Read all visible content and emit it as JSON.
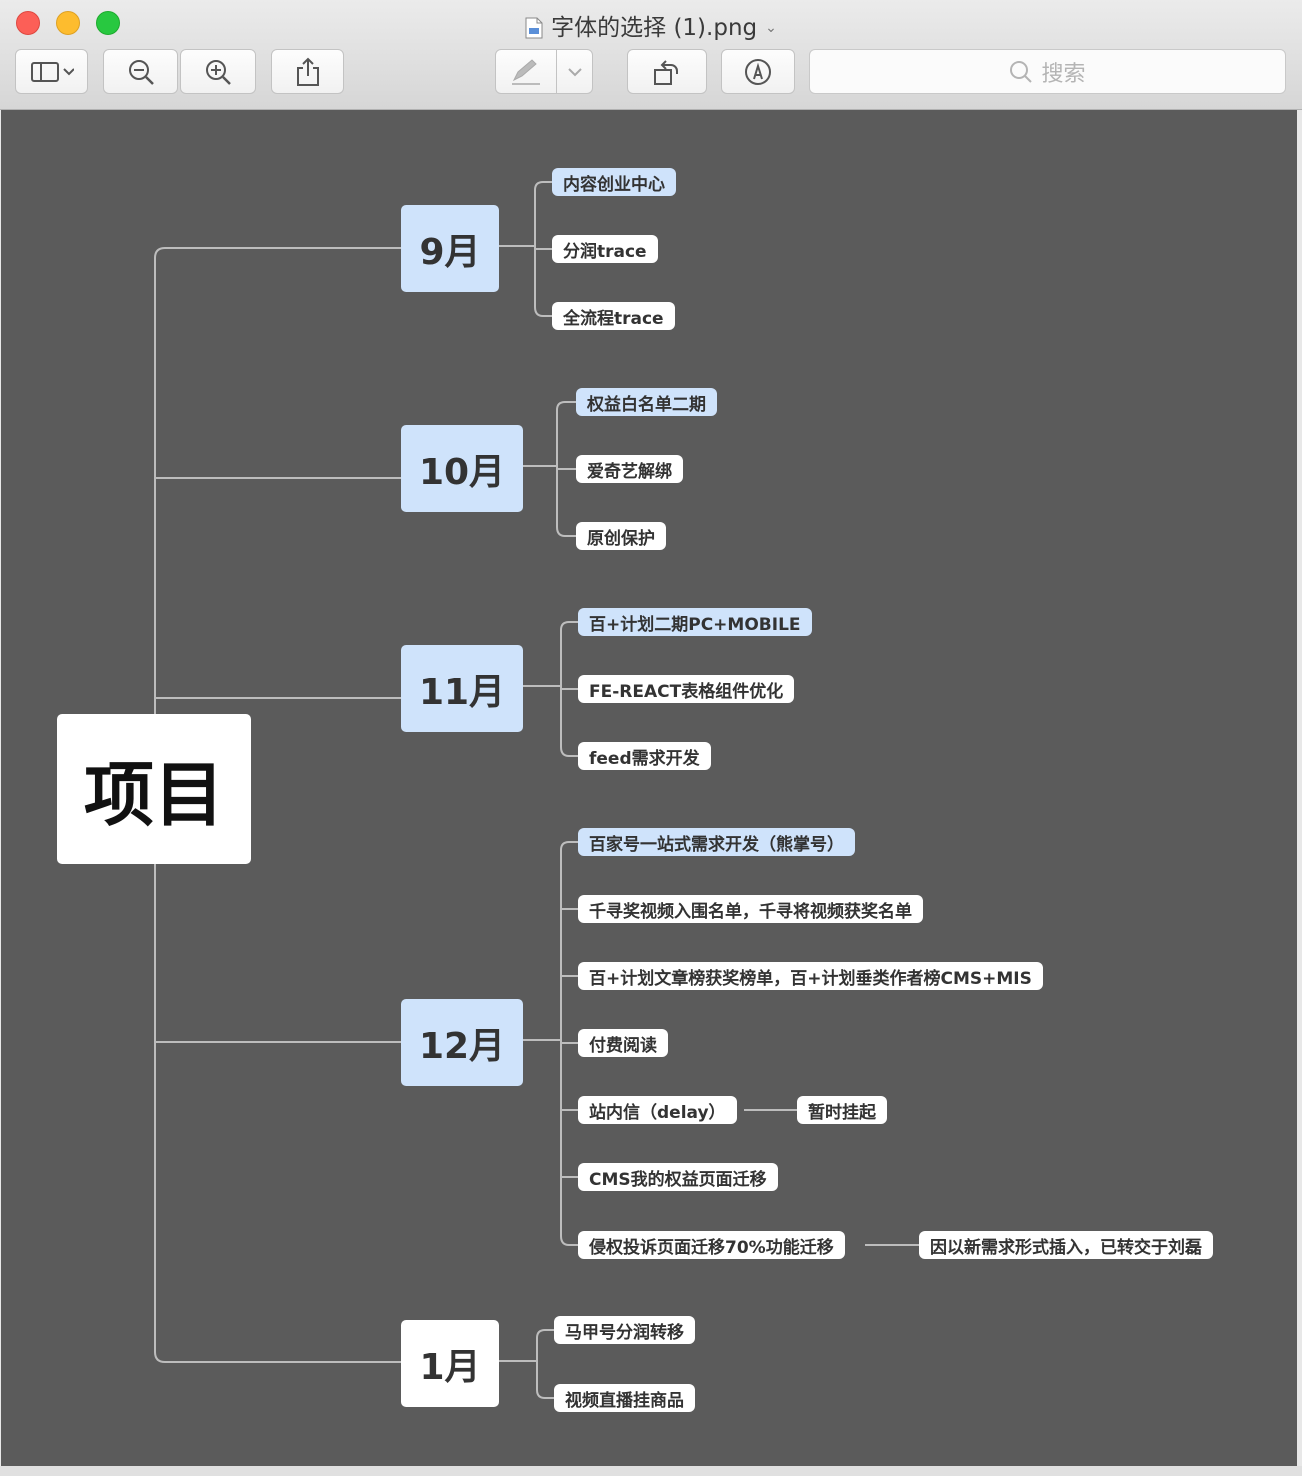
{
  "window": {
    "title": "字体的选择 (1).png"
  },
  "toolbar": {
    "search_placeholder": "搜索"
  },
  "mindmap": {
    "root": "项目",
    "months": [
      {
        "label": "9月",
        "items": [
          "内容创业中心",
          "分润trace",
          "全流程trace"
        ]
      },
      {
        "label": "10月",
        "items": [
          "权益白名单二期",
          "爱奇艺解绑",
          "原创保护"
        ]
      },
      {
        "label": "11月",
        "items": [
          "百+计划二期PC+MOBILE",
          "FE-REACT表格组件优化",
          "feed需求开发"
        ]
      },
      {
        "label": "12月",
        "items": [
          "百家号一站式需求开发（熊掌号）",
          "千寻奖视频入围名单，千寻将视频获奖名单",
          "百+计划文章榜获奖榜单，百+计划垂类作者榜CMS+MIS",
          "付费阅读",
          "站内信（delay）",
          "CMS我的权益页面迁移",
          "侵权投诉页面迁移70%功能迁移"
        ],
        "notes": [
          "暂时挂起",
          "因以新需求形式插入，已转交于刘磊"
        ]
      },
      {
        "label": "1月",
        "items": [
          "马甲号分润转移",
          "视频直播挂商品"
        ]
      }
    ]
  },
  "colors": {
    "canvas_bg": "#5b5b5b",
    "highlight_node": "#cfe3fb",
    "node_bg": "#ffffff",
    "connector": "#bdbdbd"
  }
}
